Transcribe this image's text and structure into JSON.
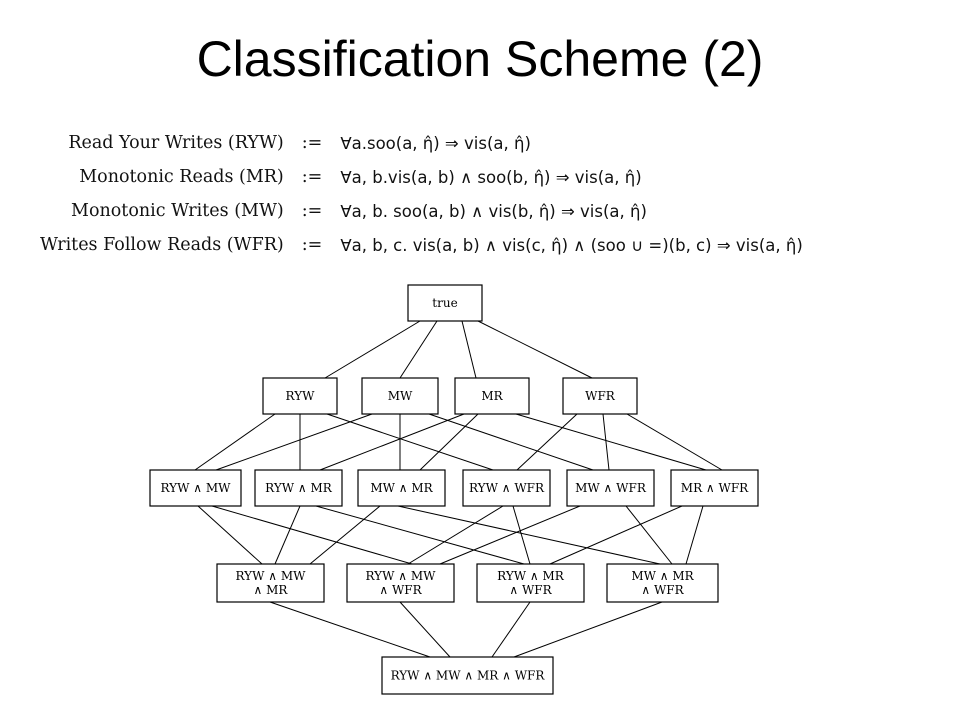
{
  "title": "Classification Scheme (2)",
  "definitions": [
    {
      "name": "Read Your Writes (RYW)",
      "op": ":=",
      "formula": "∀a.soo(a, η̂) ⇒ vis(a, η̂)"
    },
    {
      "name": "Monotonic Reads (MR)",
      "op": ":=",
      "formula": "∀a, b.vis(a, b) ∧ soo(b, η̂) ⇒ vis(a, η̂)"
    },
    {
      "name": "Monotonic Writes (MW)",
      "op": ":=",
      "formula": "∀a, b. soo(a, b) ∧ vis(b, η̂) ⇒ vis(a, η̂)"
    },
    {
      "name": "Writes Follow Reads (WFR)",
      "op": ":=",
      "formula": "∀a, b, c. vis(a, b) ∧ vis(c, η̂) ∧ (soo ∪ =)(b, c) ⇒ vis(a, η̂)"
    }
  ],
  "lattice": {
    "nodes": [
      {
        "id": "true",
        "lines": [
          "true"
        ]
      },
      {
        "id": "ryw",
        "lines": [
          "RYW"
        ]
      },
      {
        "id": "mw",
        "lines": [
          "MW"
        ]
      },
      {
        "id": "mr",
        "lines": [
          "MR"
        ]
      },
      {
        "id": "wfr",
        "lines": [
          "WFR"
        ]
      },
      {
        "id": "ryw-mw",
        "lines": [
          "RYW ∧ MW"
        ]
      },
      {
        "id": "ryw-mr",
        "lines": [
          "RYW ∧ MR"
        ]
      },
      {
        "id": "mw-mr",
        "lines": [
          "MW ∧ MR"
        ]
      },
      {
        "id": "ryw-wfr",
        "lines": [
          "RYW ∧ WFR"
        ]
      },
      {
        "id": "mw-wfr",
        "lines": [
          "MW ∧ WFR"
        ]
      },
      {
        "id": "mr-wfr",
        "lines": [
          "MR ∧ WFR"
        ]
      },
      {
        "id": "ryw-mw-mr",
        "lines": [
          "RYW ∧ MW",
          "∧ MR"
        ]
      },
      {
        "id": "ryw-mw-wfr",
        "lines": [
          "RYW ∧ MW",
          "∧ WFR"
        ]
      },
      {
        "id": "ryw-mr-wfr",
        "lines": [
          "RYW ∧ MR",
          "∧ WFR"
        ]
      },
      {
        "id": "mw-mr-wfr",
        "lines": [
          "MW ∧ MR",
          "∧ WFR"
        ]
      },
      {
        "id": "all",
        "lines": [
          "RYW ∧ MW ∧ MR ∧ WFR"
        ]
      }
    ],
    "edges": [
      [
        "true",
        "ryw"
      ],
      [
        "true",
        "mw"
      ],
      [
        "true",
        "mr"
      ],
      [
        "true",
        "wfr"
      ],
      [
        "ryw",
        "ryw-mw"
      ],
      [
        "ryw",
        "ryw-mr"
      ],
      [
        "ryw",
        "ryw-wfr"
      ],
      [
        "mw",
        "ryw-mw"
      ],
      [
        "mw",
        "mw-mr"
      ],
      [
        "mw",
        "mw-wfr"
      ],
      [
        "mr",
        "ryw-mr"
      ],
      [
        "mr",
        "mw-mr"
      ],
      [
        "mr",
        "mr-wfr"
      ],
      [
        "wfr",
        "ryw-wfr"
      ],
      [
        "wfr",
        "mw-wfr"
      ],
      [
        "wfr",
        "mr-wfr"
      ],
      [
        "ryw-mw",
        "ryw-mw-mr"
      ],
      [
        "ryw-mw",
        "ryw-mw-wfr"
      ],
      [
        "ryw-mr",
        "ryw-mw-mr"
      ],
      [
        "ryw-mr",
        "ryw-mr-wfr"
      ],
      [
        "mw-mr",
        "ryw-mw-mr"
      ],
      [
        "mw-mr",
        "mw-mr-wfr"
      ],
      [
        "ryw-wfr",
        "ryw-mw-wfr"
      ],
      [
        "ryw-wfr",
        "ryw-mr-wfr"
      ],
      [
        "mw-wfr",
        "ryw-mw-wfr"
      ],
      [
        "mw-wfr",
        "mw-mr-wfr"
      ],
      [
        "mr-wfr",
        "ryw-mr-wfr"
      ],
      [
        "mr-wfr",
        "mw-mr-wfr"
      ],
      [
        "ryw-mw-mr",
        "all"
      ],
      [
        "ryw-mw-wfr",
        "all"
      ],
      [
        "ryw-mr-wfr",
        "all"
      ],
      [
        "mw-mr-wfr",
        "all"
      ]
    ]
  }
}
